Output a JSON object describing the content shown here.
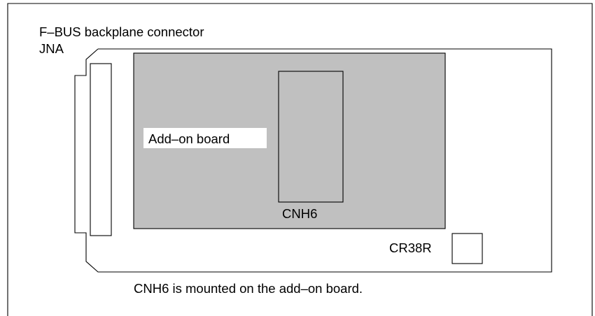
{
  "labels": {
    "connector_title": "F–BUS backplane connector",
    "connector_name": "JNA",
    "addon_board": "Add–on board",
    "cnh6": "CNH6",
    "cr38r": "CR38R",
    "caption": "CNH6 is mounted on the add–on board."
  },
  "colors": {
    "addon_fill": "#c0c0c0",
    "line": "#000000",
    "background": "#ffffff"
  }
}
